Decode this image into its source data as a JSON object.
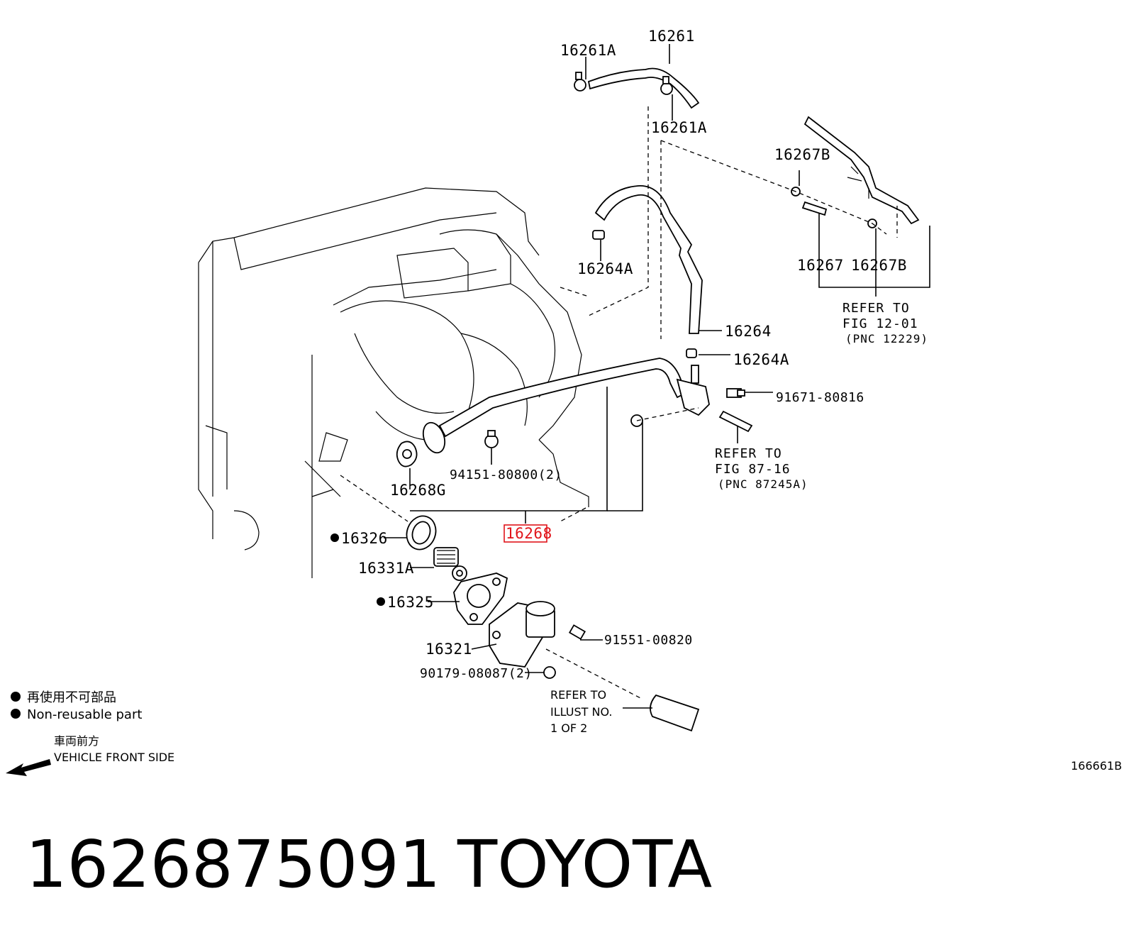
{
  "labels": {
    "p16261": "16261",
    "p16261A_top": "16261A",
    "p16261A_mid": "16261A",
    "p16267B_top": "16267B",
    "p16267": "16267",
    "p16267B_bot": "16267B",
    "p16264A_top": "16264A",
    "p16264": "16264",
    "p16264A_bot": "16264A",
    "p91671": "91671-80816",
    "p94151": "94151-80800(2)",
    "p16268G": "16268G",
    "p16268": "16268",
    "p16326": "16326",
    "p16331A": "16331A",
    "p16325": "16325",
    "p16321": "16321",
    "p91551": "91551-00820",
    "p90179": "90179-08087(2)"
  },
  "refs": {
    "fig12": [
      "REFER TO",
      "FIG 12-01",
      "(PNC 12229)"
    ],
    "fig87": [
      "REFER TO",
      "FIG 87-16",
      "(PNC 87245A)"
    ],
    "illust": [
      "REFER TO",
      "ILLUST NO.",
      "1 OF 2"
    ]
  },
  "legend": {
    "nonreusable_jp": "再使用不可部品",
    "nonreusable_en": "Non-reusable part",
    "front_jp": "車両前方",
    "front_en": "VEHICLE FRONT SIDE"
  },
  "figure_code": "166661B",
  "footer": {
    "part_number": "1626875091",
    "brand": "TOYOTA"
  },
  "colors": {
    "highlight": "#e0141a",
    "ink": "#000000"
  }
}
